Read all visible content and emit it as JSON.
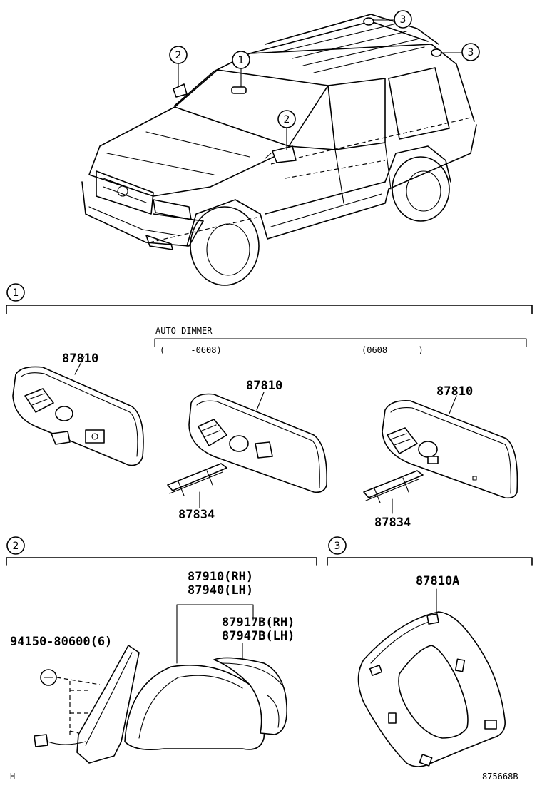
{
  "callouts": {
    "roof_lamp": "3",
    "inner_mirror": "1",
    "outer_mirror": "2"
  },
  "section_markers": {
    "s1": "1",
    "s2": "2",
    "s3": "3"
  },
  "section1": {
    "auto_dimmer_label": "AUTO DIMMER",
    "range_left": "(     -0608)",
    "range_right": "(0608      )",
    "mirror_left_part": "87810",
    "mirror_mid_part": "87810",
    "mirror_right_part": "87810",
    "clip_mid_part": "87834",
    "clip_right_part": "87834"
  },
  "section2": {
    "mirror_rh": "87910(RH)",
    "mirror_lh": "87940(LH)",
    "glass_rh": "87917B(RH)",
    "glass_lh": "87947B(LH)",
    "screw": "94150-80600(6)"
  },
  "section3": {
    "cover_part": "87810A"
  },
  "footer": {
    "left_code": "H",
    "illustration_number": "875668B"
  }
}
